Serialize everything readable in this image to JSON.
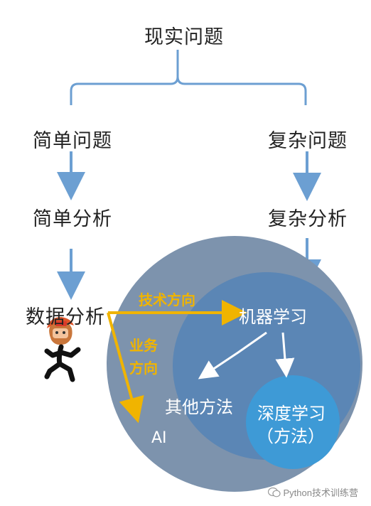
{
  "nodes": {
    "top": "现实问题",
    "simple_problem": "简单问题",
    "complex_problem": "复杂问题",
    "simple_analysis": "简单分析",
    "complex_analysis": "复杂分析",
    "data_analysis": "数据分析",
    "machine_learning": "机器学习",
    "other_methods": "其他方法",
    "deep_learning_1": "深度学习",
    "deep_learning_2": "（方法）",
    "ai": "AI"
  },
  "edges": {
    "tech_direction": "技术方向",
    "biz_line1": "业务",
    "biz_line2": "方向"
  },
  "watermark": {
    "text": "Python技术训练营",
    "icon": "wechat-icon"
  },
  "colors": {
    "blue_arrow": "#6c9fd2",
    "yellow_arrow": "#f0b400",
    "ai_circle": "#7d93ad",
    "ml_circle": "#5b86b5",
    "dl_circle": "#3e9ad6"
  }
}
